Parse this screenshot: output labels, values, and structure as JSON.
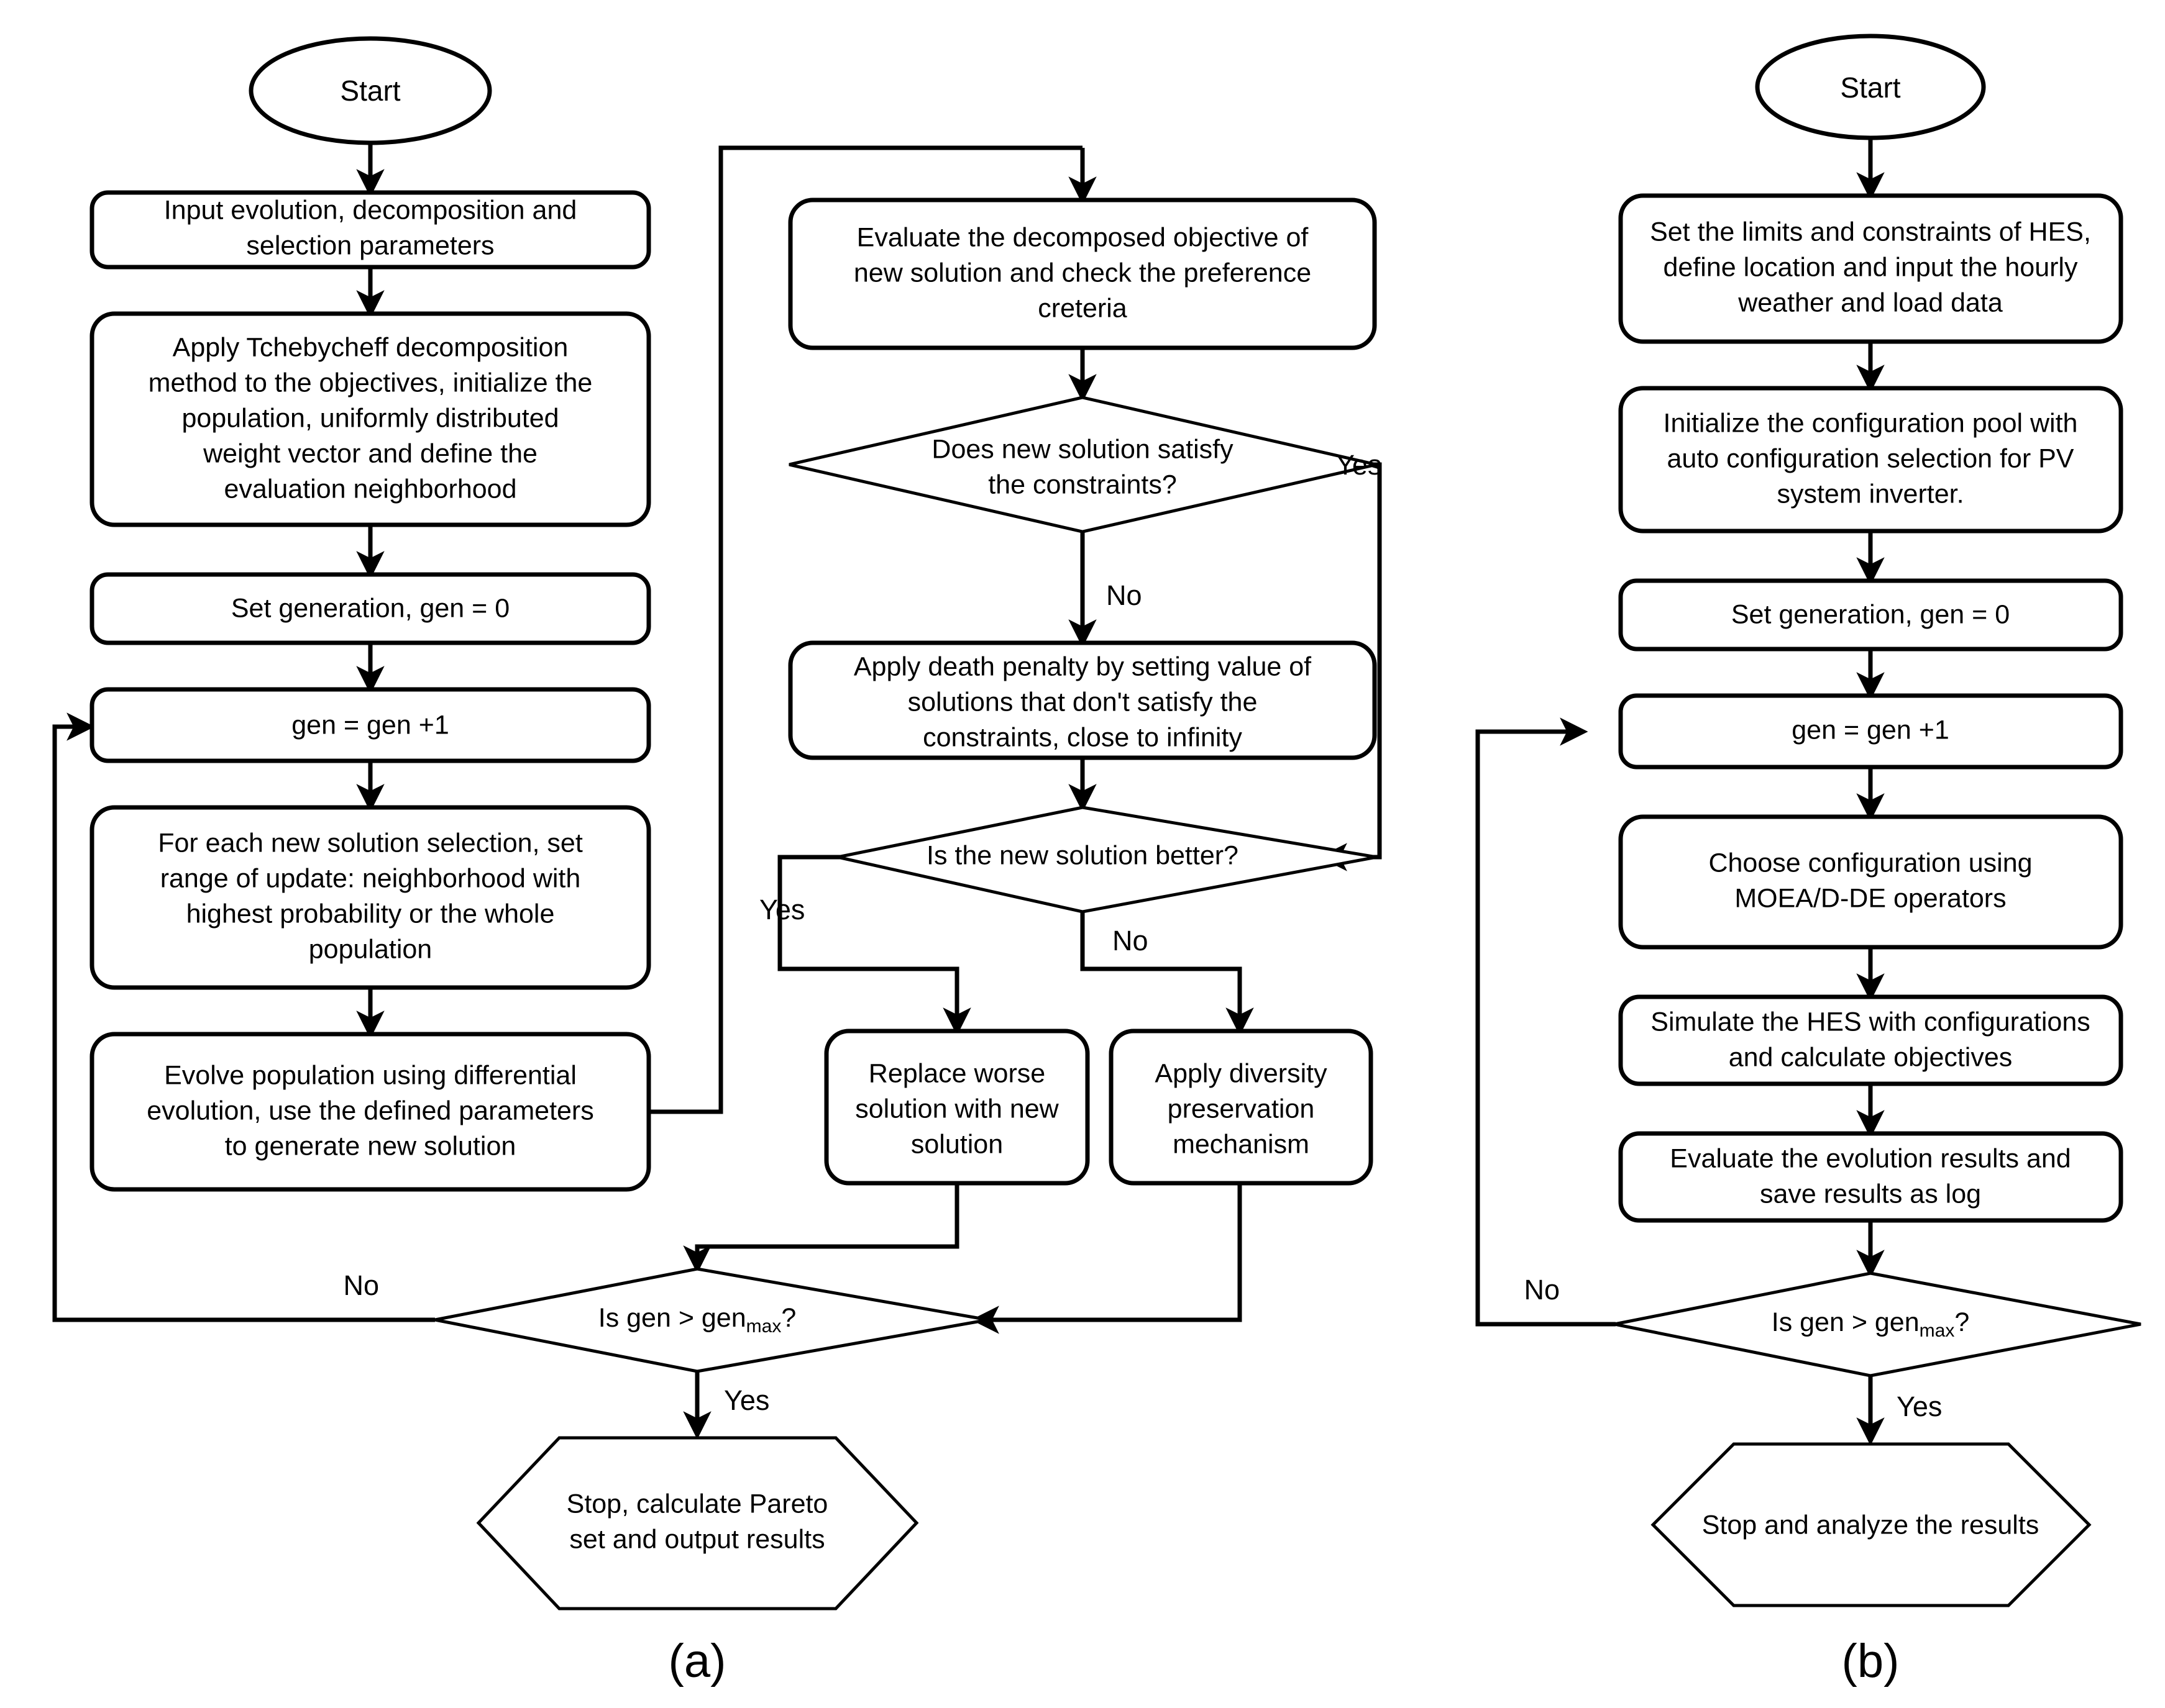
{
  "figure": {
    "panel_a_label": "(a)",
    "panel_b_label": "(b)"
  },
  "edge_labels": {
    "yes": "Yes",
    "no": "No"
  },
  "panel_a": {
    "nodes": {
      "start": "Start",
      "input_params": [
        "Input evolution, decomposition and",
        "selection parameters"
      ],
      "tchebycheff": [
        "Apply Tchebycheff decomposition",
        "method to the objectives, initialize the",
        "population, uniformly distributed",
        "weight vector and define the",
        "evaluation neighborhood"
      ],
      "set_generation": "Set generation, gen = 0",
      "gen_increment": "gen = gen +1",
      "selection_range": [
        "For each new solution selection, set",
        "range of update: neighborhood with",
        "highest probability or the whole",
        "population"
      ],
      "evolve_population": [
        "Evolve population using differential",
        "evolution, use the defined parameters",
        "to generate new solution"
      ],
      "evaluate_decomposed": [
        "Evaluate the decomposed objective of",
        "new solution and check the preference",
        "creteria"
      ],
      "constraints_decision": [
        "Does new solution satisfy",
        "the constraints?"
      ],
      "death_penalty": [
        "Apply death penalty by setting value of",
        "solutions that don't satisfy the",
        "constraints, close to infinity"
      ],
      "better_decision": "Is the new solution better?",
      "replace_worse": [
        "Replace worse",
        "solution with new",
        "solution"
      ],
      "diversity": [
        "Apply diversity",
        "preservation",
        "mechanism"
      ],
      "genmax_decision_pre": "Is gen > gen",
      "genmax_decision_sub": "max",
      "genmax_decision_post": "?",
      "stop": [
        "Stop, calculate Pareto",
        "set and output results"
      ]
    }
  },
  "panel_b": {
    "nodes": {
      "start": "Start",
      "set_limits": [
        "Set the limits and constraints of HES,",
        "define location and input the hourly",
        "weather and load data"
      ],
      "init_pool": [
        "Initialize the configuration pool with",
        "auto configuration selection for PV",
        "system inverter."
      ],
      "set_generation": "Set generation, gen = 0",
      "gen_increment": "gen = gen +1",
      "choose_config": [
        "Choose configuration using",
        "MOEA/D-DE operators"
      ],
      "simulate_hes": [
        "Simulate the HES with configurations",
        "and calculate objectives"
      ],
      "evaluate_results": [
        "Evaluate the evolution results and",
        "save results as log"
      ],
      "genmax_decision_pre": "Is gen > gen",
      "genmax_decision_sub": "max",
      "genmax_decision_post": "?",
      "stop": "Stop and analyze the results"
    }
  }
}
